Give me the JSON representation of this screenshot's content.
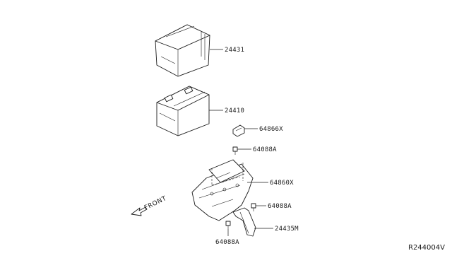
{
  "diagram": {
    "parts": [
      {
        "number": "24431"
      },
      {
        "number": "24410"
      },
      {
        "number": "64866X"
      },
      {
        "number": "64088A"
      },
      {
        "number": "64860X"
      },
      {
        "number": "64088A"
      },
      {
        "number": "24435M"
      },
      {
        "number": "64088A"
      }
    ],
    "direction_label": "FRONT",
    "diagram_id": "R244004V"
  }
}
